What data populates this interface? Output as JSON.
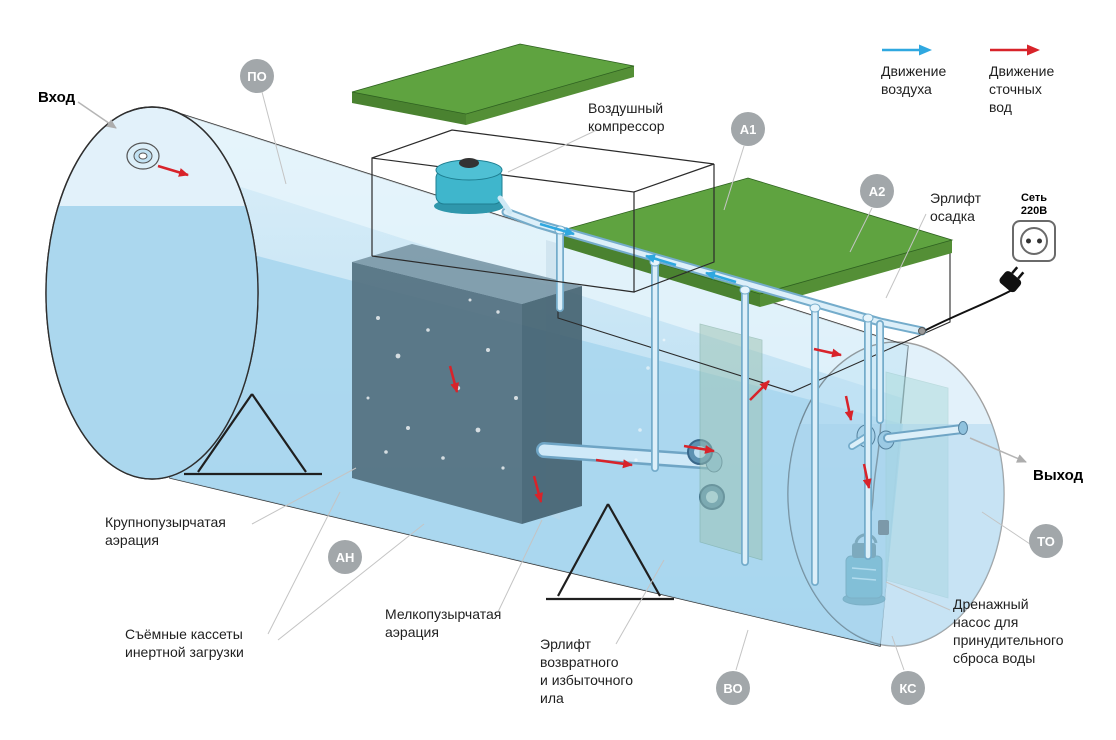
{
  "legend": {
    "air": {
      "label": "Движение\nвоздуха",
      "color": "#2FA8E0"
    },
    "wastewater": {
      "label": "Движение\nсточных\nвод",
      "color": "#D8232A"
    }
  },
  "labels": {
    "inlet": "Вход",
    "outlet": "Выход",
    "compressor": "Воздушный\nкомпрессор",
    "sludge_airlift_top": "Эрлифт\nосадка",
    "power_supply": "Сеть\n220В",
    "coarse_aeration": "Крупнопузырчатая\nаэрация",
    "fine_aeration": "Мелкопузырчатая\nаэрация",
    "inert_cassettes": "Съёмные кассеты\nинертной загрузки",
    "return_sludge_airlift": "Эрлифт\nвозвратного\nи избыточного\nила",
    "drain_pump": "Дренажный\nнасос для\nпринудительного\nсброса воды"
  },
  "badges": {
    "po": "ПО",
    "a1": "А1",
    "a2": "А2",
    "an": "АН",
    "vo": "ВО",
    "ks": "КС",
    "to": "ТО"
  },
  "colors": {
    "water_blue": "#A9D6EE",
    "lid_green": "#5FA340",
    "badge_gray": "#A2A7AA",
    "air_arrow": "#2FA8E0",
    "waste_arrow": "#D8232A"
  }
}
